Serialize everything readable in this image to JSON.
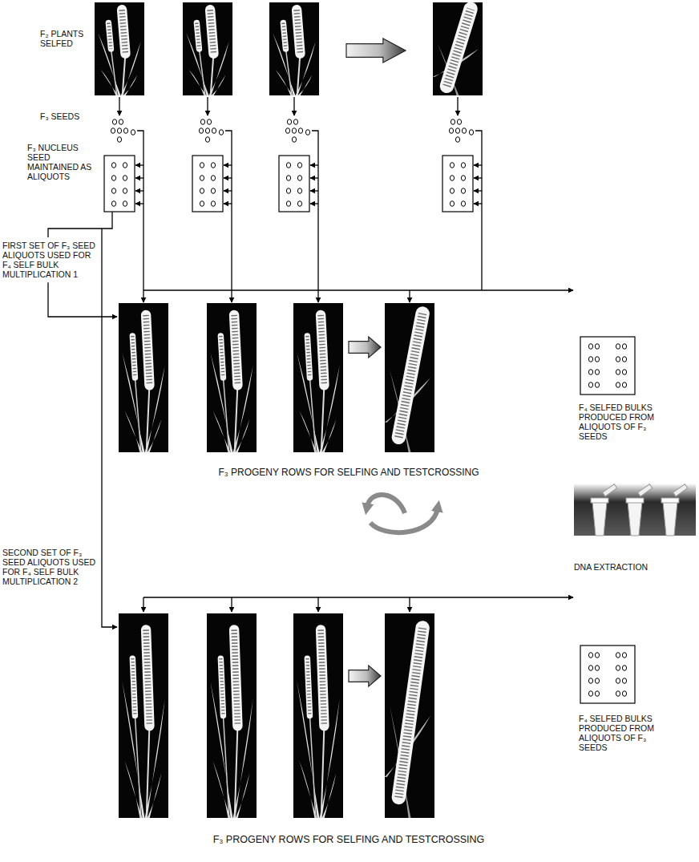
{
  "diagram": {
    "labels": [
      "F₂ PLANTS SELFED",
      "F₃ SEEDS",
      "F₃ NUCLEUS SEED MAINTAINED AS ALIQUOTS",
      "FIRST SET OF F₃ SEED ALIQUOTS USED FOR F₄ SELF BULK MULTIPLICATION 1",
      "F₄ SELFED BULKS PRODUCED FROM ALIQUOTS OF F₃ SEEDS",
      "F₃ PROGENY ROWS FOR SELFING AND TESTCROSSING",
      "SECOND SET OF F₃ SEED ALIQUOTS USED FOR F₄ SELF BULK MULTIPLICATION 2",
      "DNA EXTRACTION",
      "F₄ SELFED BULKS PRODUCED FROM ALIQUOTS OF F₃ SEEDS",
      "F₃ PROGENY ROWS FOR SELFING AND TESTCROSSING"
    ]
  }
}
